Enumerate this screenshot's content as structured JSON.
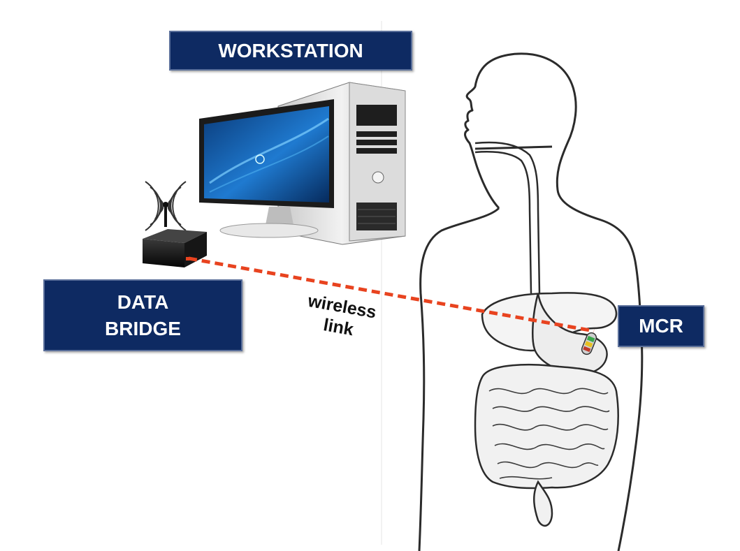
{
  "labels": {
    "workstation": "WORKSTATION",
    "bridge_line1": "DATA",
    "bridge_line2": "BRIDGE",
    "mcr": "MCR",
    "link_line1": "wireless",
    "link_line2": "link"
  },
  "colors": {
    "label_fill": "#0e2a62",
    "label_text": "#ffffff",
    "wireless_link": "#e8431f",
    "outline": "#2b2b2b"
  },
  "icons": [
    "computer-monitor-icon",
    "pc-tower-icon",
    "router-icon",
    "wifi-signal-icon",
    "capsule-icon"
  ]
}
